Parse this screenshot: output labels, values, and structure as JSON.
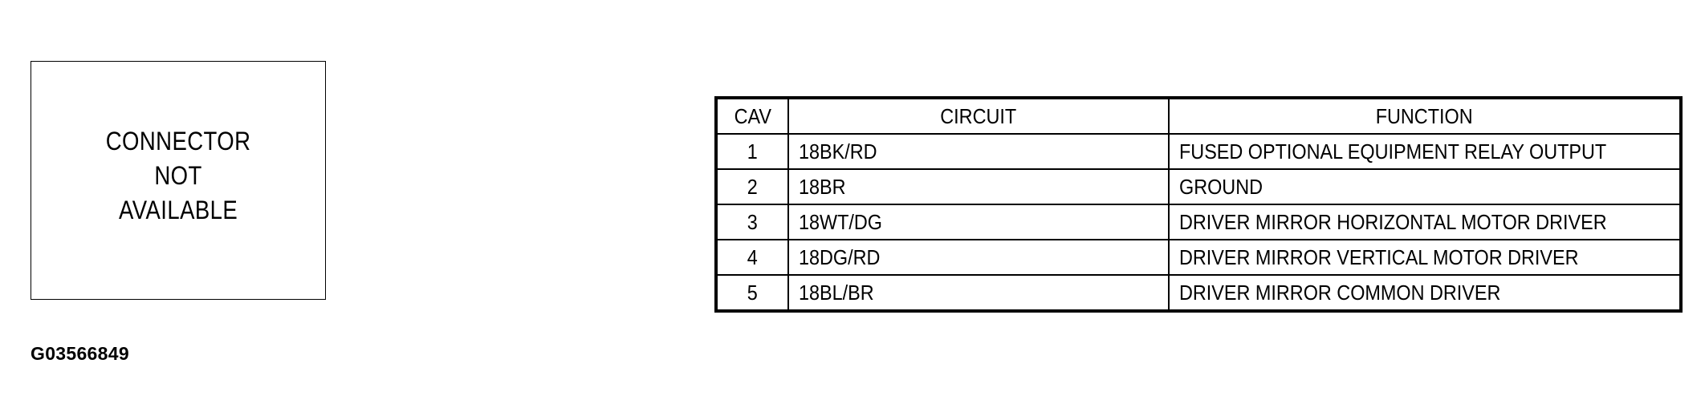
{
  "connector_box": {
    "lines": [
      "CONNECTOR",
      "NOT",
      "AVAILABLE"
    ]
  },
  "figure_code": "G03566849",
  "pinout_table": {
    "headers": {
      "cav": "CAV",
      "circuit": "CIRCUIT",
      "function": "FUNCTION"
    },
    "rows": [
      {
        "cav": "1",
        "circuit": "18BK/RD",
        "function": "FUSED OPTIONAL EQUIPMENT RELAY OUTPUT"
      },
      {
        "cav": "2",
        "circuit": "18BR",
        "function": "GROUND"
      },
      {
        "cav": "3",
        "circuit": "18WT/DG",
        "function": "DRIVER MIRROR HORIZONTAL MOTOR DRIVER"
      },
      {
        "cav": "4",
        "circuit": "18DG/RD",
        "function": "DRIVER MIRROR VERTICAL MOTOR DRIVER"
      },
      {
        "cav": "5",
        "circuit": "18BL/BR",
        "function": "DRIVER MIRROR COMMON DRIVER"
      }
    ]
  }
}
